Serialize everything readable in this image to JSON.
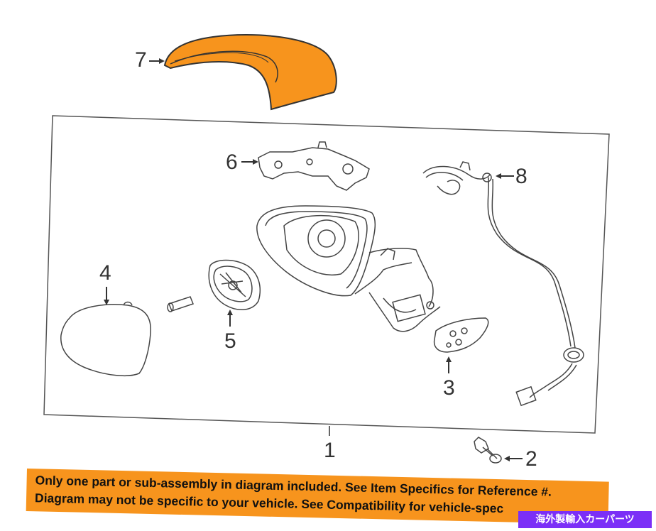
{
  "callouts": {
    "c1": "1",
    "c2": "2",
    "c3": "3",
    "c4": "4",
    "c5": "5",
    "c6": "6",
    "c7": "7",
    "c8": "8"
  },
  "banner": {
    "line1": "Only one part or sub-assembly in diagram included. See Item Specifics for Reference #.",
    "line2": "Diagram may not be specific to your vehicle. See Compatibility for vehicle-spec",
    "color": "#f7941d"
  },
  "tag": {
    "text": "海外製輸入カーパーツ",
    "color": "#7b2ff7"
  },
  "colors": {
    "mirror_cap": "#f7941d",
    "line": "#444444"
  }
}
